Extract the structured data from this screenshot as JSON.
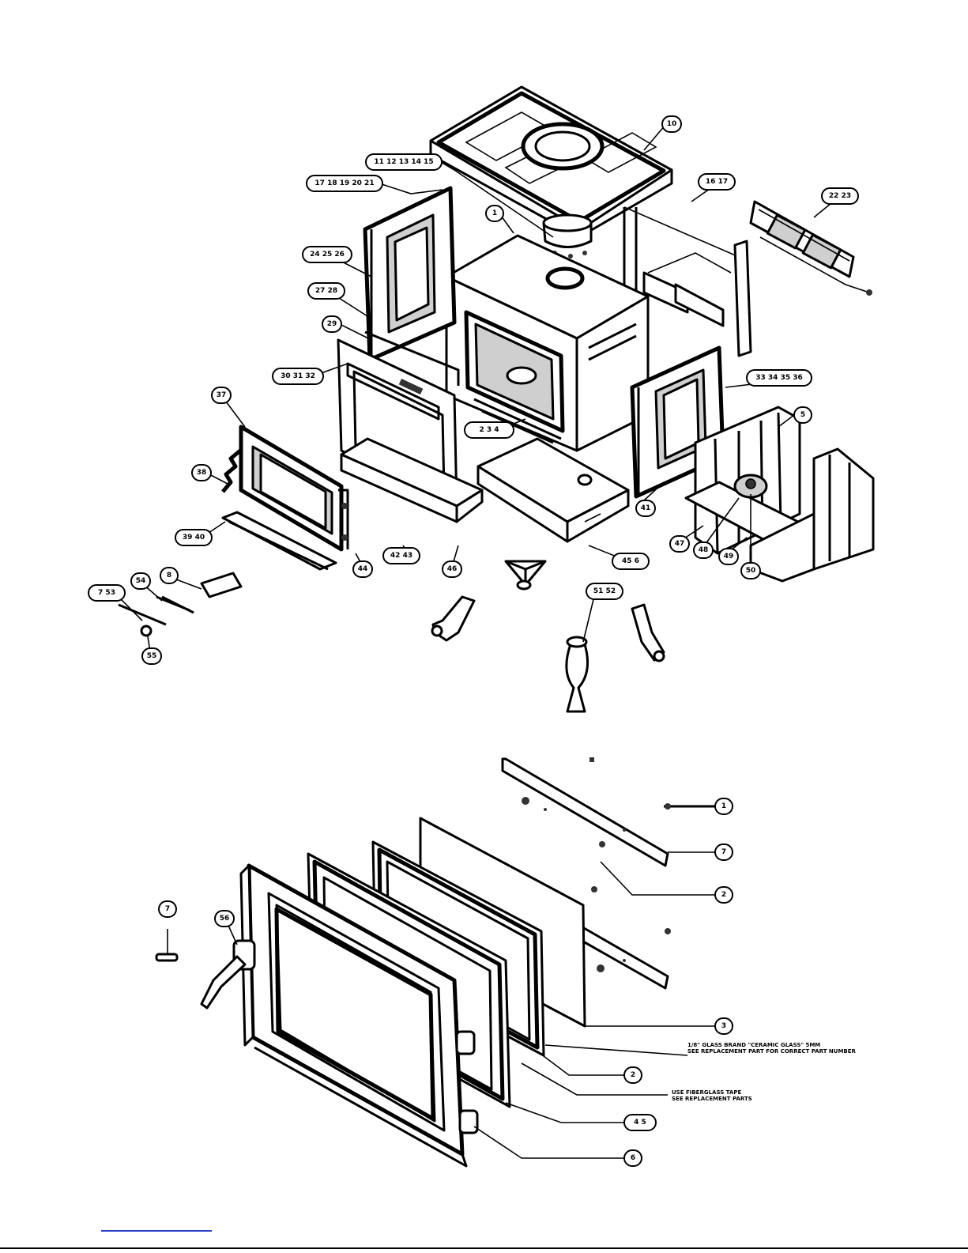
{
  "callouts": [
    {
      "id": "c-top-plate",
      "text": "10"
    },
    {
      "id": "c-top-rail",
      "text": "11 12 13 14 15"
    },
    {
      "id": "c-left-door-a",
      "text": "17 18 19 20 21"
    },
    {
      "id": "c-side-shield",
      "text": "16 17"
    },
    {
      "id": "c-blower",
      "text": "22 23"
    },
    {
      "id": "c-firebox",
      "text": "1"
    },
    {
      "id": "c-left-door-b",
      "text": "24 25 26"
    },
    {
      "id": "c-left-door-c",
      "text": "27 28"
    },
    {
      "id": "c-front-frame",
      "text": "29"
    },
    {
      "id": "c-front-panel",
      "text": "30 31 32"
    },
    {
      "id": "c-right-door",
      "text": "33 34 35 36"
    },
    {
      "id": "c-baffle",
      "text": "2 3 4"
    },
    {
      "id": "c-brick",
      "text": "5"
    },
    {
      "id": "c-ash-door",
      "text": "37"
    },
    {
      "id": "c-spring",
      "text": "38"
    },
    {
      "id": "c-ashlip",
      "text": "39 40"
    },
    {
      "id": "c-hinge-a",
      "text": "41"
    },
    {
      "id": "c-hinge-b",
      "text": "42 43"
    },
    {
      "id": "c-leg-a",
      "text": "44"
    },
    {
      "id": "c-pan",
      "text": "45 6"
    },
    {
      "id": "c-ashpan-a",
      "text": "46"
    },
    {
      "id": "c-grate-a",
      "text": "47"
    },
    {
      "id": "c-grate-b",
      "text": "48"
    },
    {
      "id": "c-grate-c",
      "text": "49"
    },
    {
      "id": "c-grate-d",
      "text": "50"
    },
    {
      "id": "c-legs-b",
      "text": "51 52"
    },
    {
      "id": "c-handle-a",
      "text": "7 53"
    },
    {
      "id": "c-handle-b",
      "text": "54"
    },
    {
      "id": "c-handle-c",
      "text": "8"
    },
    {
      "id": "c-handle-d",
      "text": "55"
    },
    {
      "id": "c-door-handle",
      "text": "56"
    },
    {
      "id": "c-pin",
      "text": "7"
    },
    {
      "id": "c-screw",
      "text": "1"
    },
    {
      "id": "c-retainer-top",
      "text": "7"
    },
    {
      "id": "c-clip",
      "text": "2"
    },
    {
      "id": "c-glass",
      "text": "3"
    },
    {
      "id": "c-gasket-glass",
      "text": "2"
    },
    {
      "id": "c-gasket-door",
      "text": "4 5"
    },
    {
      "id": "c-door-frame",
      "text": "6"
    }
  ],
  "notes": {
    "glass_note_line1": "1/8\" GLASS BRAND \"CERAMIC GLASS\" 5MM",
    "glass_note_line2": "SEE REPLACEMENT PART FOR CORRECT PART NUMBER",
    "gasket_note_line1": "USE FIBERGLASS TAPE",
    "gasket_note_line2": "SEE REPLACEMENT PARTS"
  }
}
